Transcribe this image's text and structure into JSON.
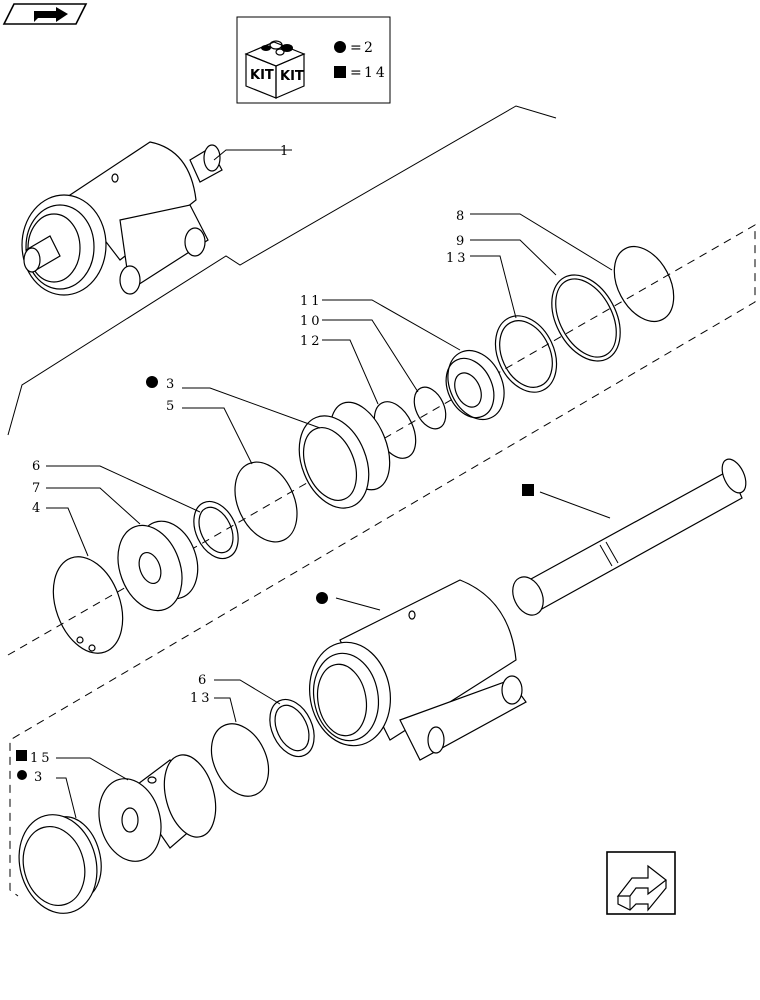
{
  "kit_box": {
    "kit_label_left": "KIT",
    "kit_label_right": "KIT",
    "legend": [
      {
        "symbol": "circle",
        "value": "2"
      },
      {
        "symbol": "square",
        "value": "14"
      }
    ],
    "legend_equals": "="
  },
  "callouts": {
    "c1": "1",
    "c8": "8",
    "c9": "9",
    "c13a": "13",
    "c11": "11",
    "c10": "10",
    "c12": "12",
    "c3a": "3",
    "c5": "5",
    "c6a": "6",
    "c7": "7",
    "c4": "4",
    "c6b": "6",
    "c13b": "13",
    "c15": "15",
    "c3b": "3"
  },
  "icons": {
    "top_left": "back-arrow-icon",
    "bottom_right": "forward-arrow-icon"
  }
}
